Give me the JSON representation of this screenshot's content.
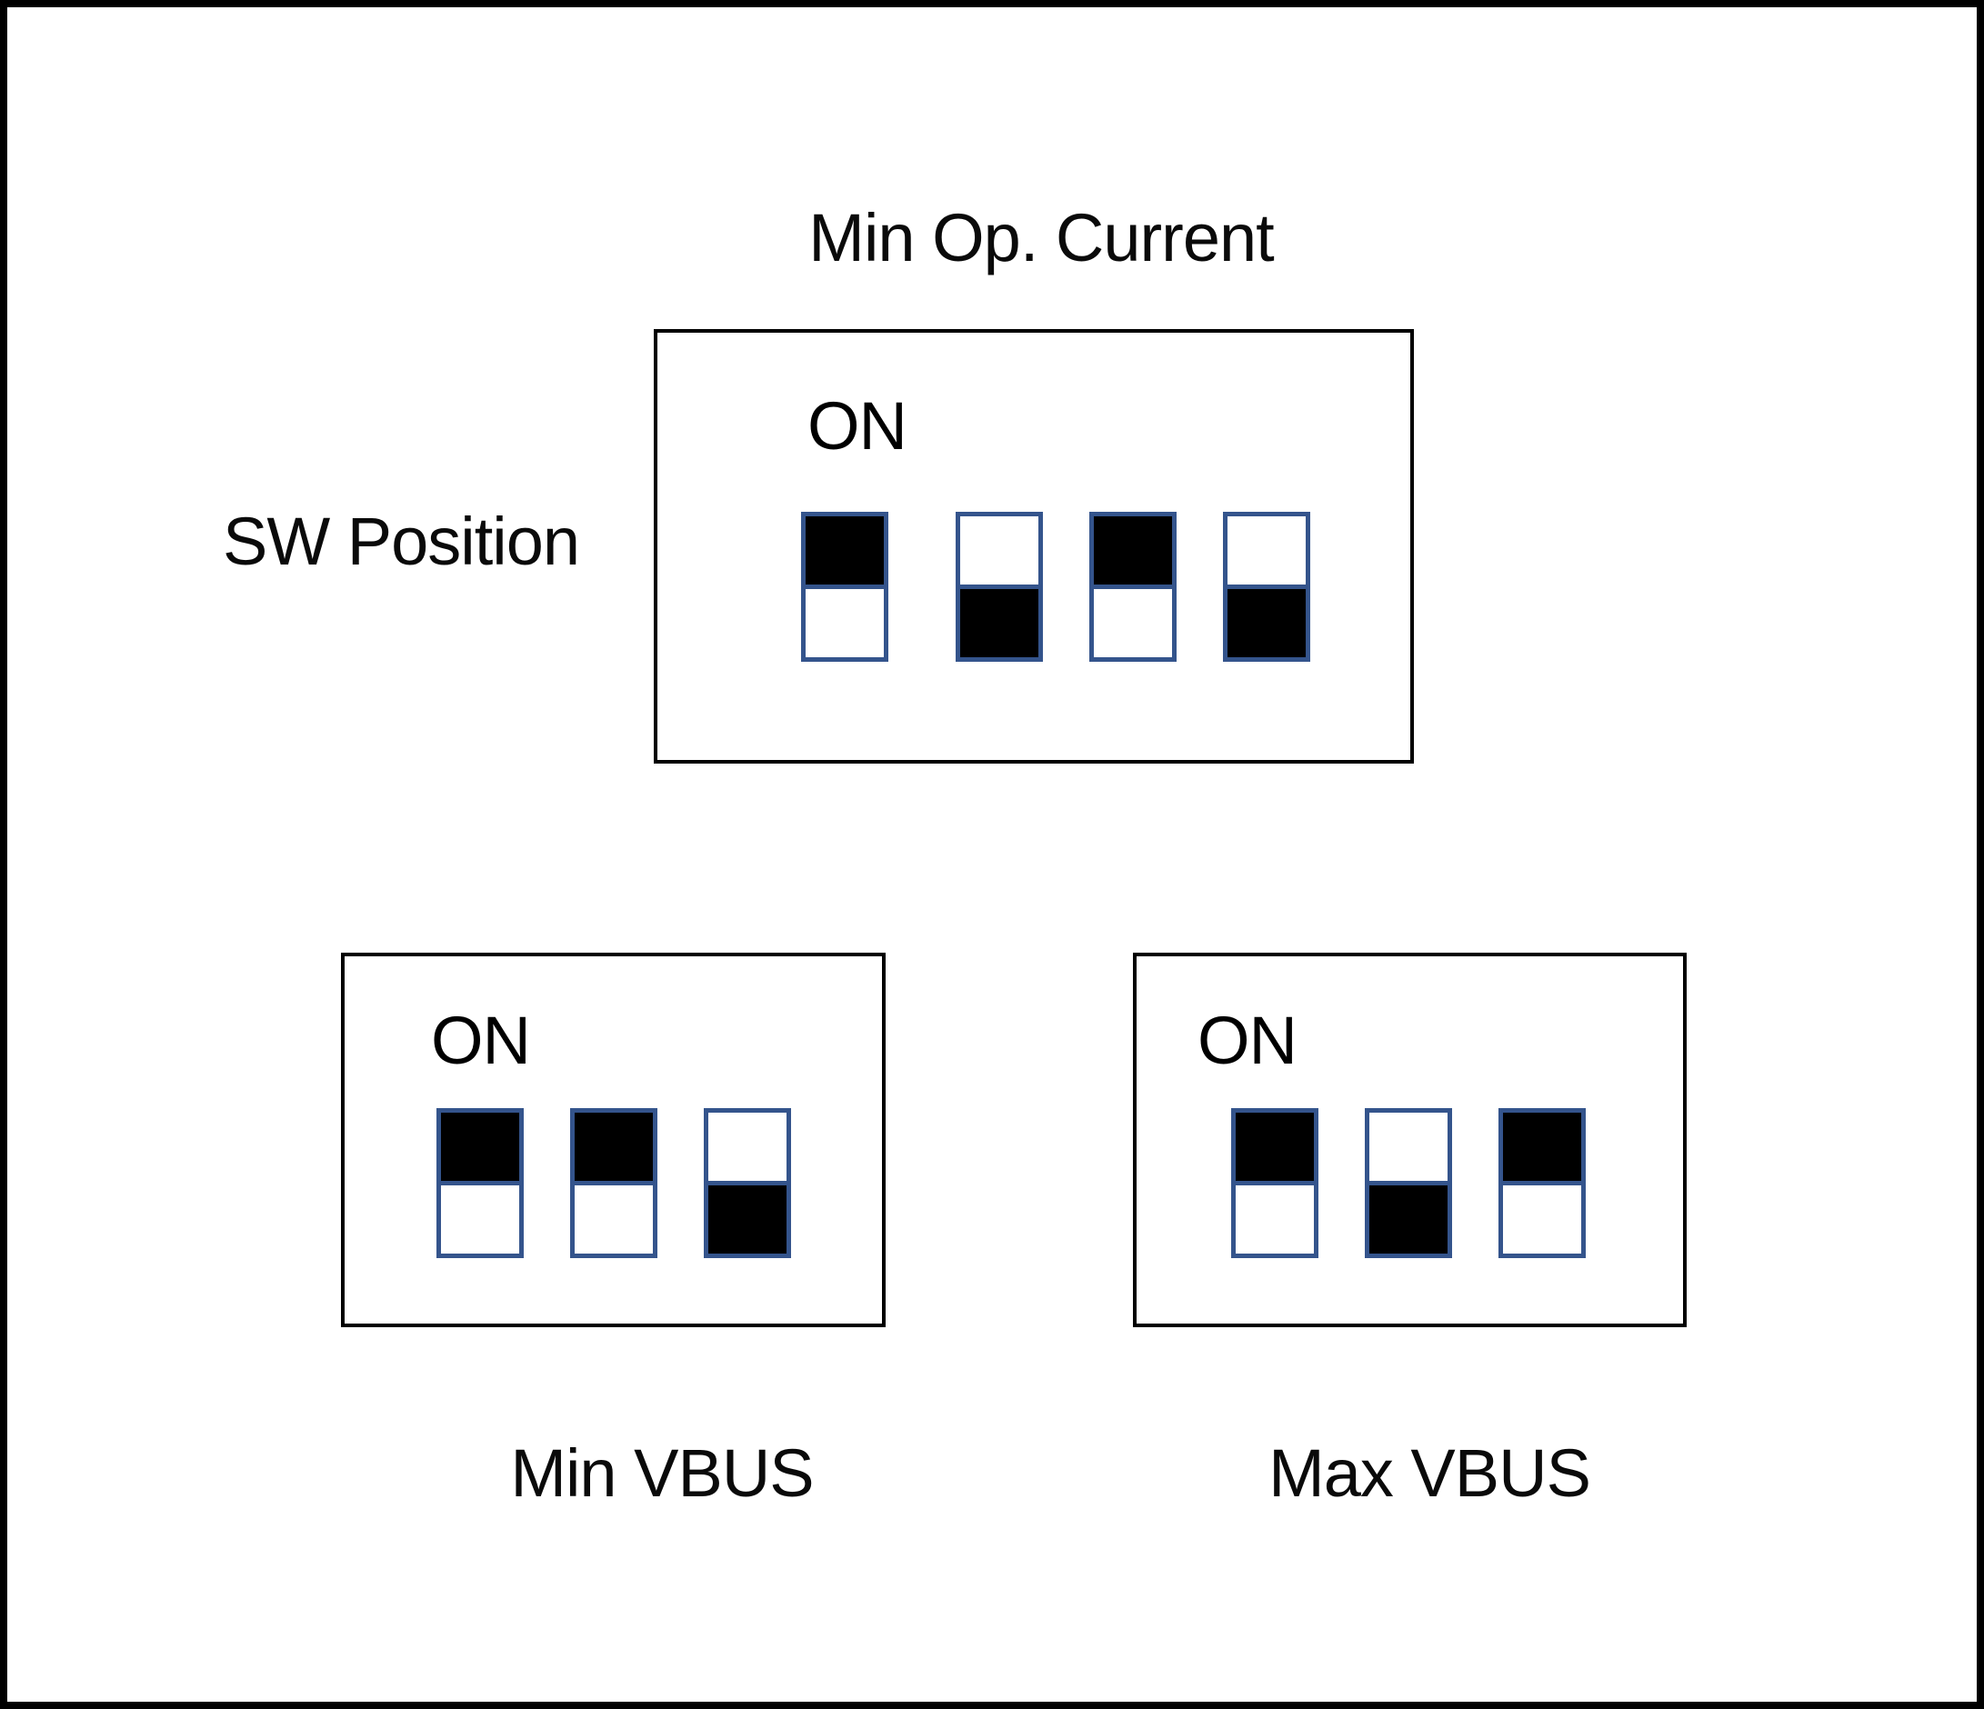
{
  "title": "Min Op. Current",
  "sw_position_label": "SW Position",
  "colors": {
    "background": "#ffffff",
    "frame_border": "#000000",
    "switch_border": "#34548c",
    "switch_fill": "#000000",
    "text": "#0a0a0a"
  },
  "boxes": [
    {
      "id": "min-op-current",
      "on_label": "ON",
      "caption": "",
      "switch_count": 4,
      "switches": [
        "up",
        "down",
        "up",
        "down"
      ]
    },
    {
      "id": "min-vbus",
      "on_label": "ON",
      "caption": "Min VBUS",
      "switch_count": 3,
      "switches": [
        "up",
        "up",
        "down"
      ]
    },
    {
      "id": "max-vbus",
      "on_label": "ON",
      "caption": "Max VBUS",
      "switch_count": 3,
      "switches": [
        "up",
        "down",
        "up"
      ]
    }
  ]
}
